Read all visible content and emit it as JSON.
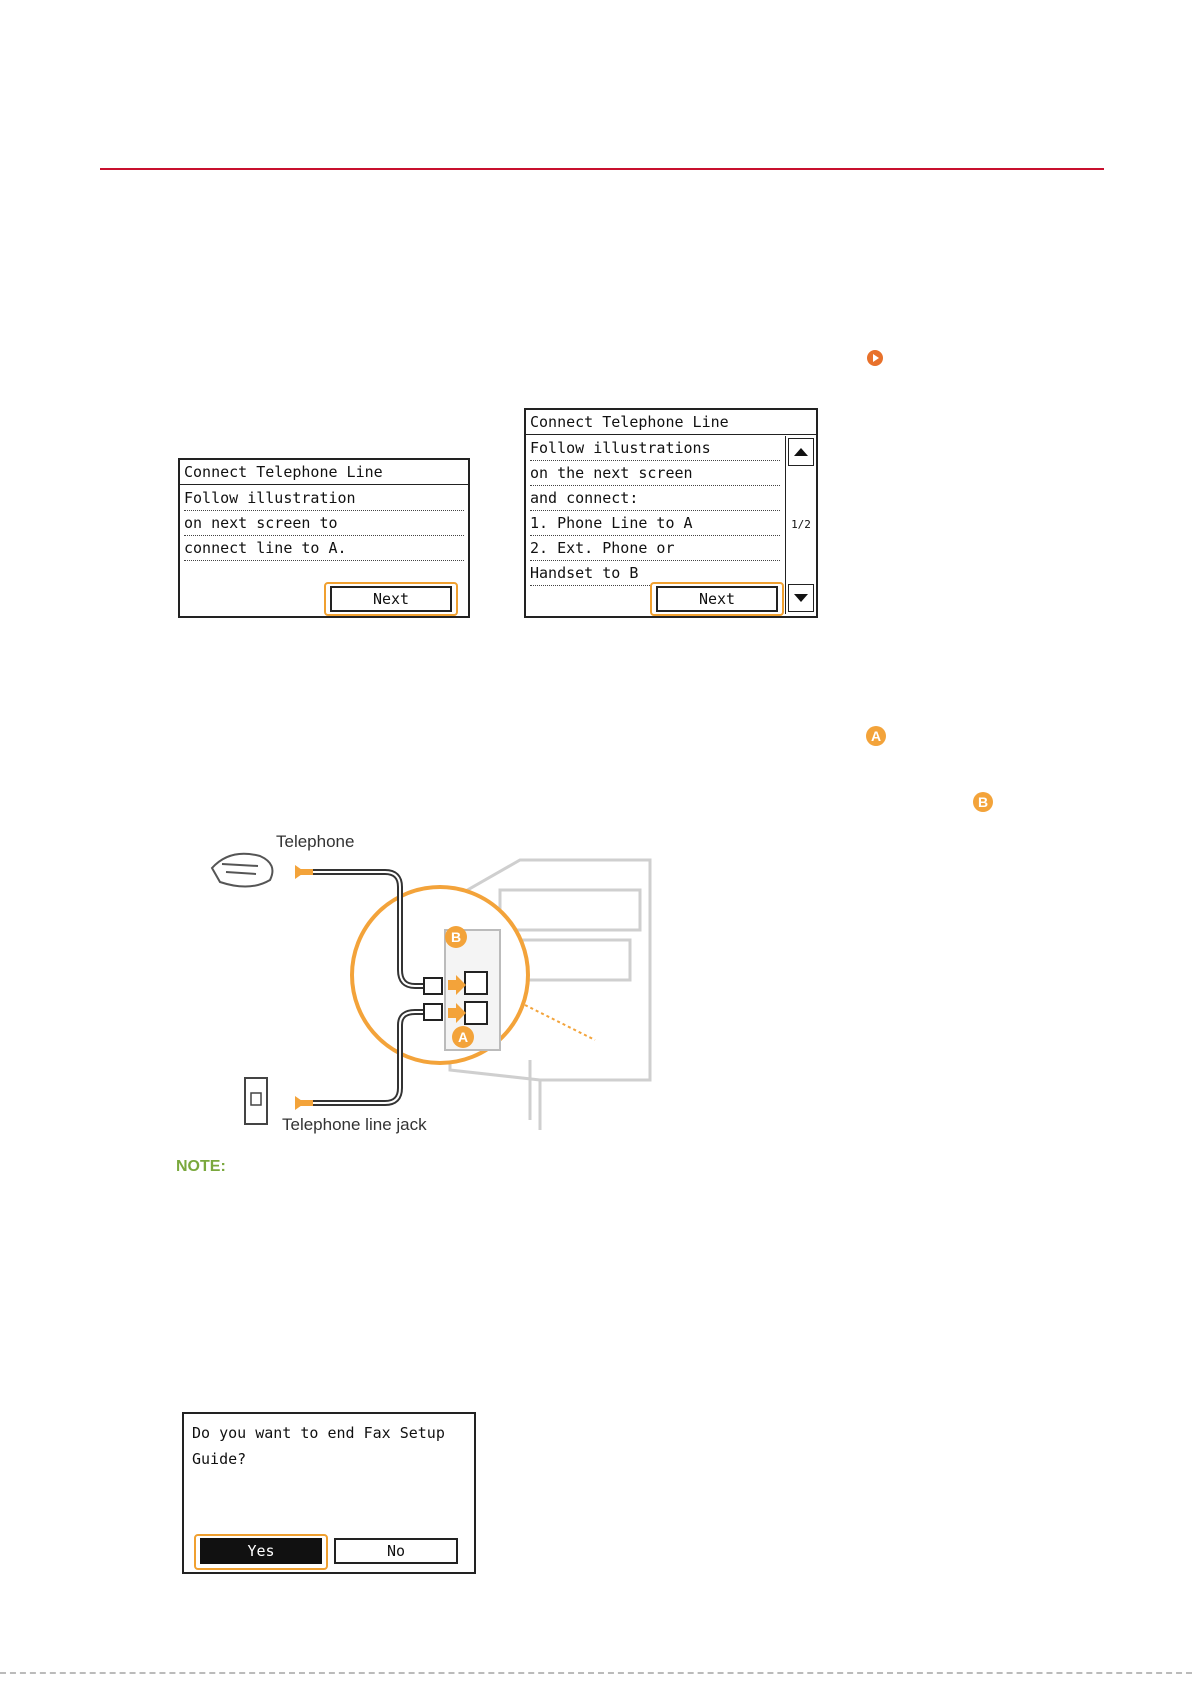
{
  "screen1": {
    "title": "Connect Telephone Line",
    "lines": [
      "Follow illustration",
      "on next screen to",
      "connect line to A."
    ],
    "next_button": "Next"
  },
  "screen2": {
    "title": "Connect Telephone Line",
    "lines": [
      "Follow illustrations",
      "on the next screen",
      "and connect:",
      "1. Phone Line to A",
      "2. Ext. Phone or",
      "Handset to B"
    ],
    "page_indicator": "1/2",
    "next_button": "Next"
  },
  "callouts": {
    "a": "A",
    "b": "B"
  },
  "diagram": {
    "telephone_label": "Telephone",
    "jack_label": "Telephone line jack",
    "callout_a": "A",
    "callout_b": "B"
  },
  "note_label": "NOTE:",
  "screen3": {
    "message_line1": "Do you want to end Fax Setup",
    "message_line2": "Guide?",
    "yes_button": "Yes",
    "no_button": "No"
  },
  "colors": {
    "rule": "#c8102e",
    "accent": "#f3a33a",
    "note": "#7aa83d"
  }
}
